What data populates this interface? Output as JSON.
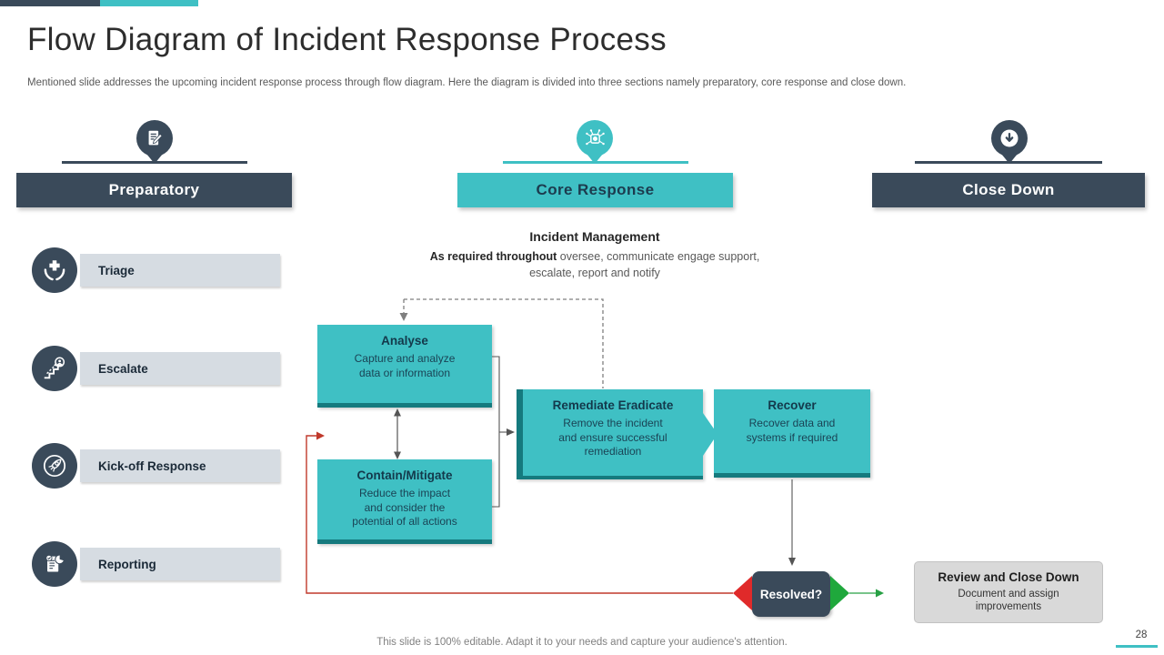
{
  "page": {
    "title": "Flow Diagram of Incident Response Process",
    "subtitle": "Mentioned slide addresses the upcoming incident response process through flow diagram. Here the diagram is divided into three sections namely preparatory, core response and close down.",
    "footer_note": "This slide is 100% editable. Adapt it to your needs and capture your audience's attention.",
    "page_number": "28"
  },
  "colors": {
    "dark_navy": "#3a4a5a",
    "teal": "#3fc0c4",
    "teal_dark_border": "#157a7e",
    "item_bar_gray": "#d6dce2",
    "review_box_gray": "#d9d9d9",
    "red_line": "#c0392b",
    "red_triangle": "#e02a2a",
    "green": "#1fa83c",
    "connector_gray": "#555555",
    "dashed_gray": "#7f7f7f",
    "muted_text": "#595959"
  },
  "sections": [
    {
      "label": "Preparatory",
      "icon": "note-edit-icon"
    },
    {
      "label": "Core Response",
      "icon": "malware-chip-icon"
    },
    {
      "label": "Close Down",
      "icon": "arrow-down-circle-icon"
    }
  ],
  "preparatory_items": [
    {
      "label": "Triage",
      "icon": "triage-hands-cross-icon"
    },
    {
      "label": "Escalate",
      "icon": "escalate-steps-icon"
    },
    {
      "label": "Kick-off Response",
      "icon": "rocket-icon"
    },
    {
      "label": "Reporting",
      "icon": "report-chart-icon"
    }
  ],
  "incident_management": {
    "title": "Incident Management",
    "lead_bold": "As required throughout",
    "lead_rest": " oversee, communicate engage support,\nescalate, report and notify"
  },
  "flow": {
    "analyse": {
      "title": "Analyse",
      "body": "Capture and analyze\ndata or information"
    },
    "contain": {
      "title": "Contain/Mitigate",
      "body": "Reduce the impact\nand consider the\npotential of all actions"
    },
    "remediate": {
      "title": "Remediate Eradicate",
      "body": "Remove the incident\nand ensure successful\nremediation"
    },
    "recover": {
      "title": "Recover",
      "body": "Recover data and\nsystems if required"
    },
    "resolved": {
      "label": "Resolved?"
    },
    "review": {
      "title": "Review and Close Down",
      "body": "Document and assign\nimprovements"
    }
  }
}
